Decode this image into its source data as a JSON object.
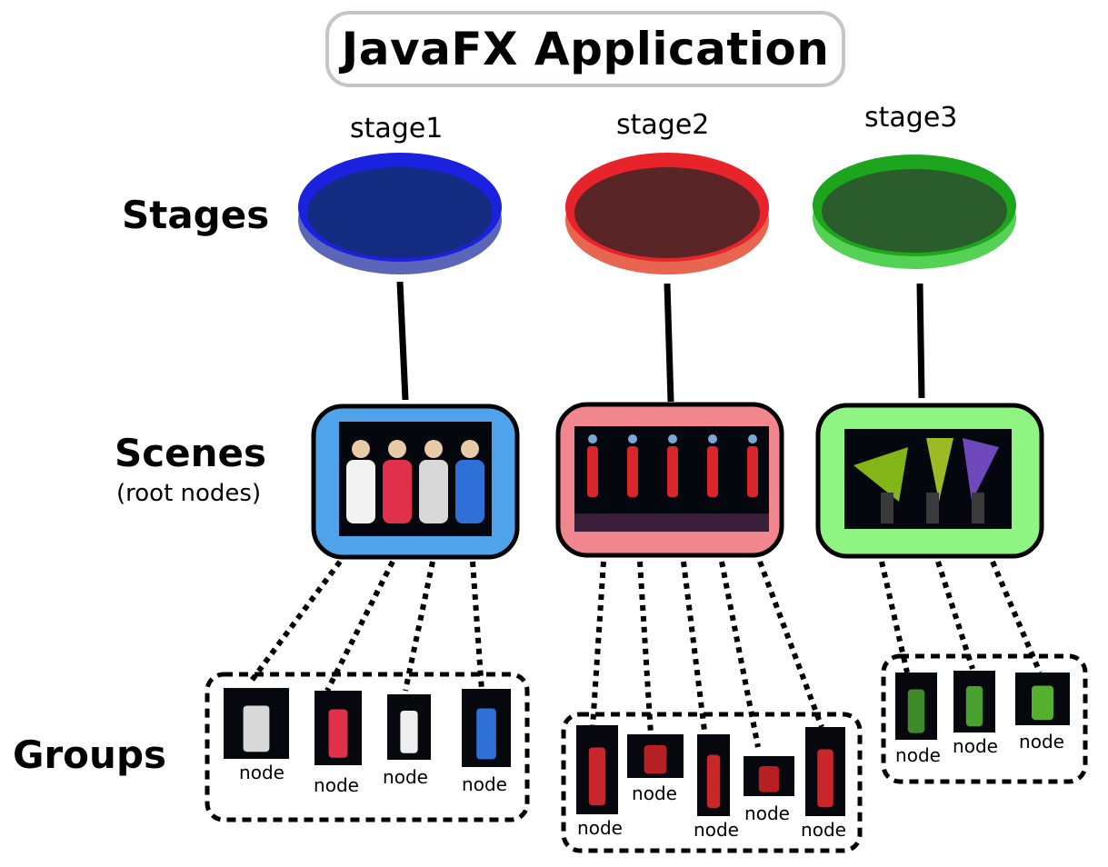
{
  "title": "JavaFX Application",
  "rows": {
    "stages": "Stages",
    "scenes": "Scenes",
    "scenes_sub": "(root nodes)",
    "groups": "Groups"
  },
  "stages": [
    {
      "label": "stage1",
      "fill": "#132c82",
      "rim": "#1a22e0",
      "side": "#5c66b8"
    },
    {
      "label": "stage2",
      "fill": "#5a2527",
      "rim": "#e8242b",
      "side": "#e8654f"
    },
    {
      "label": "stage3",
      "fill": "#2a5d2b",
      "rim": "#1da51d",
      "side": "#55d155"
    }
  ],
  "scenes": [
    {
      "fill": "#4fa3ea"
    },
    {
      "fill": "#f2868f"
    },
    {
      "fill": "#8ef582"
    }
  ],
  "node_label": "node",
  "groups": [
    {
      "nodes": [
        "node",
        "node",
        "node",
        "node"
      ]
    },
    {
      "nodes": [
        "node",
        "node",
        "node",
        "node",
        "node"
      ]
    },
    {
      "nodes": [
        "node",
        "node",
        "node"
      ]
    }
  ]
}
